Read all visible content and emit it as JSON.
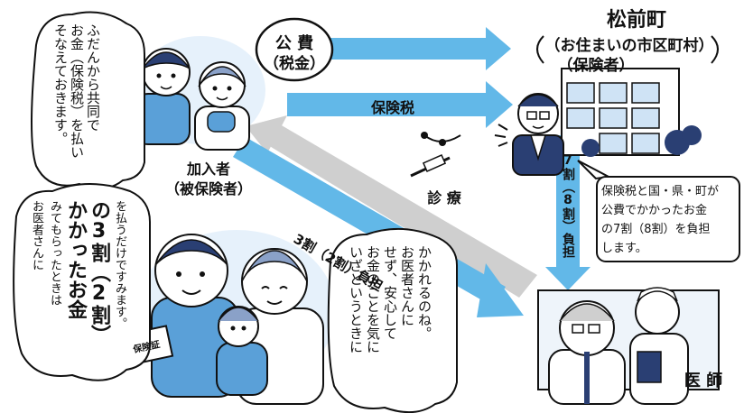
{
  "diagram": {
    "municipality": {
      "title": "松前町",
      "subtitle": "（お住まいの市区町村）",
      "role": "（保険者）"
    },
    "tax_label": {
      "line1": "公 費",
      "line2": "（税金）"
    },
    "insurance_tax_label": "保険税",
    "member": {
      "line1": "加入者",
      "line2": "（被保険者）"
    },
    "examination_label": "診 療",
    "doctor_label": "医 師",
    "copay_label": "3割（2割）負担",
    "town_share_label": "7割（8割）負担",
    "speech": {
      "member_top": [
        "ふだんから共同で",
        "お金（保険税）を払い",
        "そなえておきます。"
      ],
      "doctor_note": [
        "保険税と国・県・町が",
        "公費でかかったお金",
        "の7割（8割）を負担",
        "します。"
      ],
      "family_left_small": [
        "お医者さんに",
        "みてもらったときは"
      ],
      "family_left_big": [
        "かかったお金",
        "の3割（2割）"
      ],
      "family_left_end": [
        "を払うだけですみます。"
      ],
      "family_right": [
        "いざというときに",
        "お金のことを気に",
        "せず、安心して",
        "お医者さんに",
        "かかれるのね。"
      ]
    },
    "card_text": "保険証",
    "colors": {
      "arrow_blue": "#62b8e8",
      "arrow_gray": "#cfcfcf",
      "bubble_blue": "#e6f1fb"
    }
  }
}
